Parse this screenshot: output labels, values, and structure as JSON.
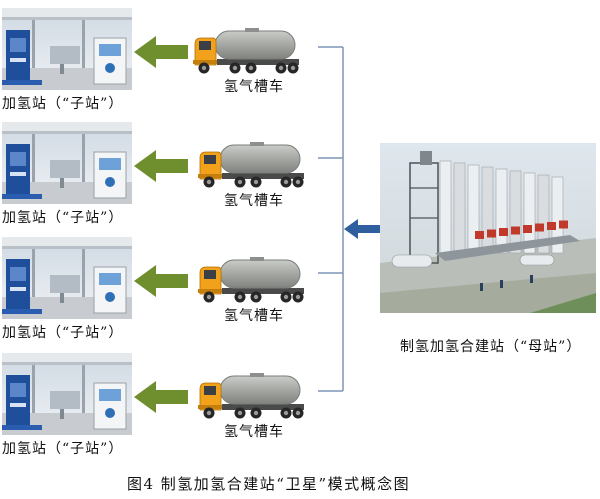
{
  "rows": [
    {
      "station_label": "加氢站（“子站”）",
      "truck_label": "氢气槽车"
    },
    {
      "station_label": "加氢站（“子站”）",
      "truck_label": "氢气槽车"
    },
    {
      "station_label": "加氢站（“子站”）",
      "truck_label": "氢气槽车"
    },
    {
      "station_label": "加氢站（“子站”）",
      "truck_label": "氢气槽车"
    }
  ],
  "mother_station": {
    "label": "制氢加氢合建站（“母站”）"
  },
  "caption": "图4   制氢加氢合建站“卫星”模式概念图",
  "colors": {
    "green_arrow": "#6f8f2e",
    "blue_arrow": "#2f5f9f",
    "connector": "#7d95b5",
    "truck_cab": "#f1a21a",
    "tank": "#a7aaa5"
  }
}
